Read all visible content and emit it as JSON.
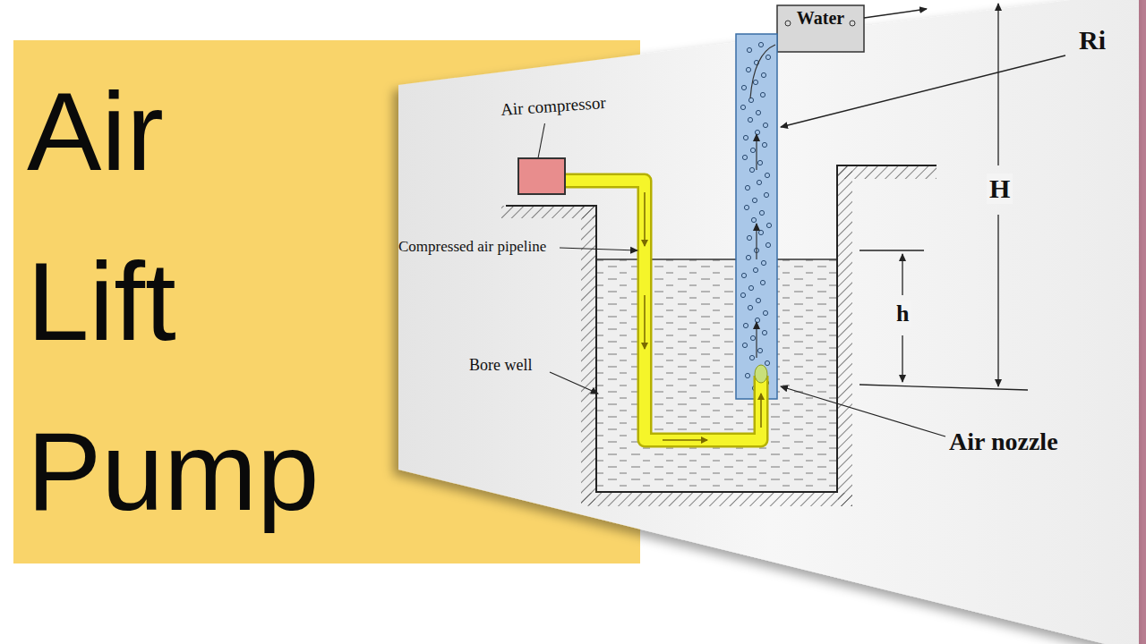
{
  "diagram": {
    "title": "Air Lift Pump",
    "nodes": [
      {
        "text": [
          "Air compressor"
        ]
      },
      {
        "text": [
          "Water"
        ]
      }
    ],
    "labels": [
      "Compressed air pipeline",
      "Bore well",
      "Air nozzle",
      "Ri",
      "H",
      "h"
    ]
  }
}
